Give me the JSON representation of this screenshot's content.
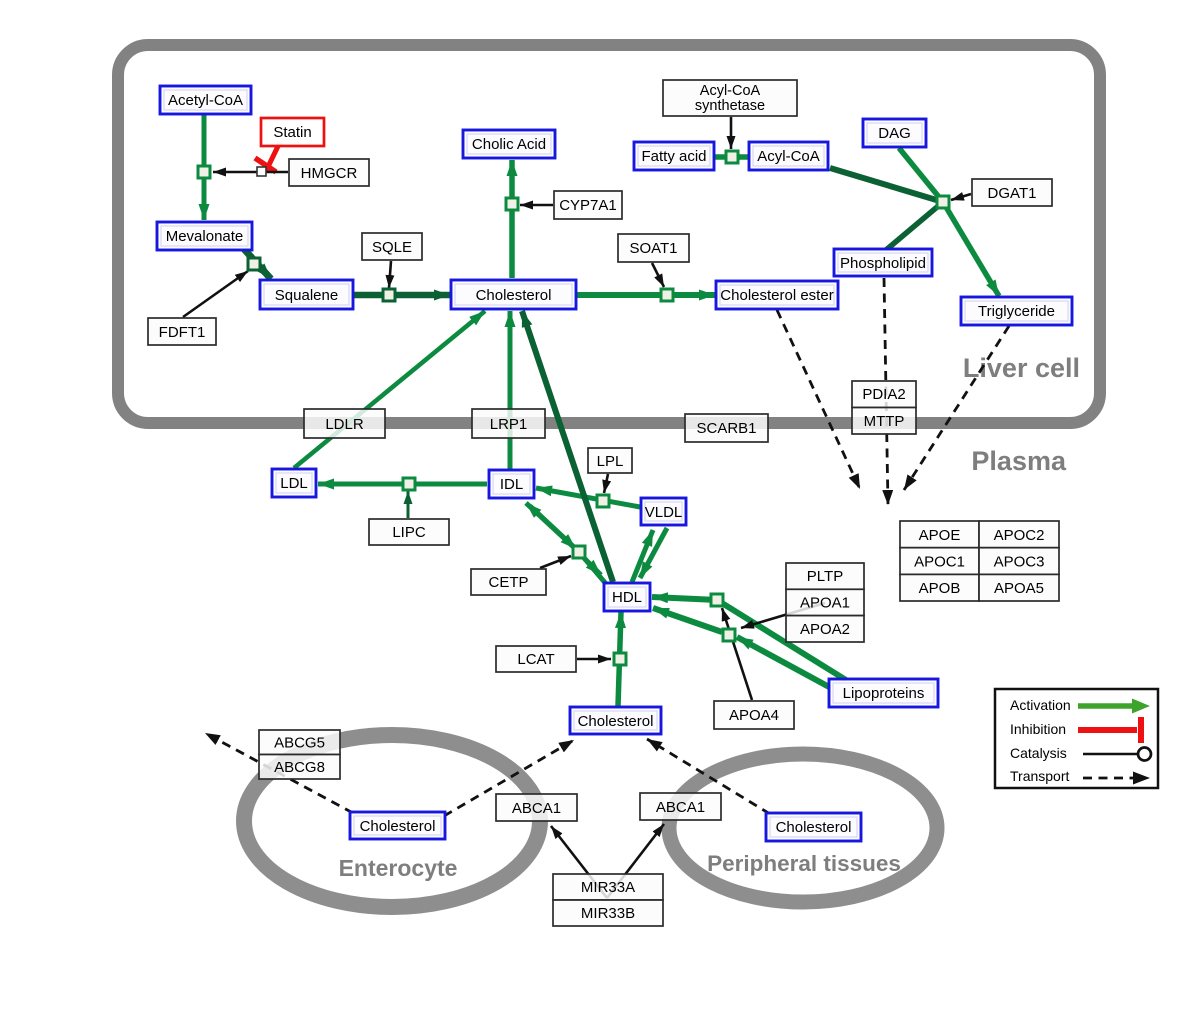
{
  "colors": {
    "green_main": "#0C8B40",
    "green_dark": "#0B6133",
    "green_legend": "#3EA32B",
    "red": "#ED1111",
    "blue": "#1717E0",
    "membrane_gray": "#828282",
    "cell_gray": "#8E8E8E",
    "label_gray": "#7E7E7E",
    "ink": "#111111"
  },
  "compartments": {
    "liver": {
      "label": "Liver cell"
    },
    "plasma": {
      "label": "Plasma"
    },
    "enterocyte": {
      "label": "Enterocyte"
    },
    "peripheral": {
      "label": "Peripheral tissues"
    }
  },
  "nodes": {
    "acetyl_coa": {
      "label": "Acetyl-CoA",
      "type": "metabolite"
    },
    "statin": {
      "label": "Statin",
      "type": "drug"
    },
    "hmgcr": {
      "label": "HMGCR",
      "type": "gene"
    },
    "mevalonate": {
      "label": "Mevalonate",
      "type": "metabolite"
    },
    "fdft1": {
      "label": "FDFT1",
      "type": "gene"
    },
    "sqle": {
      "label": "SQLE",
      "type": "gene"
    },
    "squalene": {
      "label": "Squalene",
      "type": "metabolite"
    },
    "cholic_acid": {
      "label": "Cholic Acid",
      "type": "metabolite"
    },
    "cyp7a1": {
      "label": "CYP7A1",
      "type": "gene"
    },
    "cholesterol_liver": {
      "label": "Cholesterol",
      "type": "metabolite"
    },
    "soat1": {
      "label": "SOAT1",
      "type": "gene"
    },
    "cholesterol_ester": {
      "label": "Cholesterol ester",
      "type": "metabolite"
    },
    "acyl_coa_synthetase": {
      "label_line1": "Acyl-CoA",
      "label_line2": "synthetase",
      "type": "gene"
    },
    "fatty_acid": {
      "label": "Fatty acid",
      "type": "metabolite"
    },
    "acyl_coa": {
      "label": "Acyl-CoA",
      "type": "metabolite"
    },
    "dag": {
      "label": "DAG",
      "type": "metabolite"
    },
    "dgat1": {
      "label": "DGAT1",
      "type": "gene"
    },
    "phospholipid": {
      "label": "Phospholipid",
      "type": "metabolite"
    },
    "triglyceride": {
      "label": "Triglyceride",
      "type": "metabolite"
    },
    "ldlr": {
      "label": "LDLR",
      "type": "gene"
    },
    "lrp1": {
      "label": "LRP1",
      "type": "gene"
    },
    "scarb1": {
      "label": "SCARB1",
      "type": "gene"
    },
    "pdia2_mttp": {
      "rows": [
        "PDIA2",
        "MTTP"
      ],
      "type": "gene-stack"
    },
    "ldl": {
      "label": "LDL",
      "type": "metabolite"
    },
    "idl": {
      "label": "IDL",
      "type": "metabolite"
    },
    "lipc": {
      "label": "LIPC",
      "type": "gene"
    },
    "lpl": {
      "label": "LPL",
      "type": "gene"
    },
    "vldl": {
      "label": "VLDL",
      "type": "metabolite"
    },
    "cetp": {
      "label": "CETP",
      "type": "gene"
    },
    "hdl": {
      "label": "HDL",
      "type": "metabolite"
    },
    "lcat": {
      "label": "LCAT",
      "type": "gene"
    },
    "apolipoprotein_stack": {
      "rows": [
        "PLTP",
        "APOA1",
        "APOA2"
      ],
      "type": "gene-stack"
    },
    "apoa4": {
      "label": "APOA4",
      "type": "gene"
    },
    "lipoproteins": {
      "label": "Lipoproteins",
      "type": "metabolite"
    },
    "apo_table": {
      "rows": [
        [
          "APOE",
          "APOC2"
        ],
        [
          "APOC1",
          "APOC3"
        ],
        [
          "APOB",
          "APOA5"
        ]
      ],
      "type": "gene-table"
    },
    "cholesterol_plasma": {
      "label": "Cholesterol",
      "type": "metabolite"
    },
    "abcg_stack": {
      "rows": [
        "ABCG5",
        "ABCG8"
      ],
      "type": "gene-stack"
    },
    "cholesterol_enterocyte": {
      "label": "Cholesterol",
      "type": "metabolite"
    },
    "abca1_left": {
      "label": "ABCA1",
      "type": "gene"
    },
    "abca1_right": {
      "label": "ABCA1",
      "type": "gene"
    },
    "mir33_stack": {
      "rows": [
        "MIR33A",
        "MIR33B"
      ],
      "type": "gene-stack"
    },
    "cholesterol_peripheral": {
      "label": "Cholesterol",
      "type": "metabolite"
    }
  },
  "legend": {
    "items": [
      {
        "label": "Activation",
        "symbol": "green-arrow"
      },
      {
        "label": "Inhibition",
        "symbol": "red-tee"
      },
      {
        "label": "Catalysis",
        "symbol": "line-open-circle"
      },
      {
        "label": "Transport",
        "symbol": "dashed-arrow"
      }
    ]
  }
}
